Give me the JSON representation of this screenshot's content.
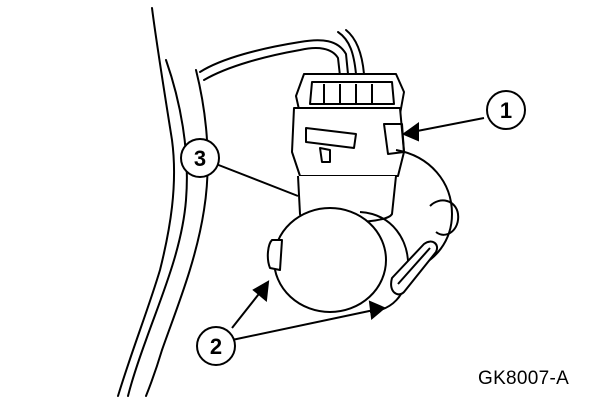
{
  "figure": {
    "id": "GK8007-A",
    "callouts": [
      {
        "number": "1"
      },
      {
        "number": "2"
      },
      {
        "number": "3"
      }
    ]
  },
  "colors": {
    "ink": "#000000",
    "paper": "#ffffff"
  }
}
